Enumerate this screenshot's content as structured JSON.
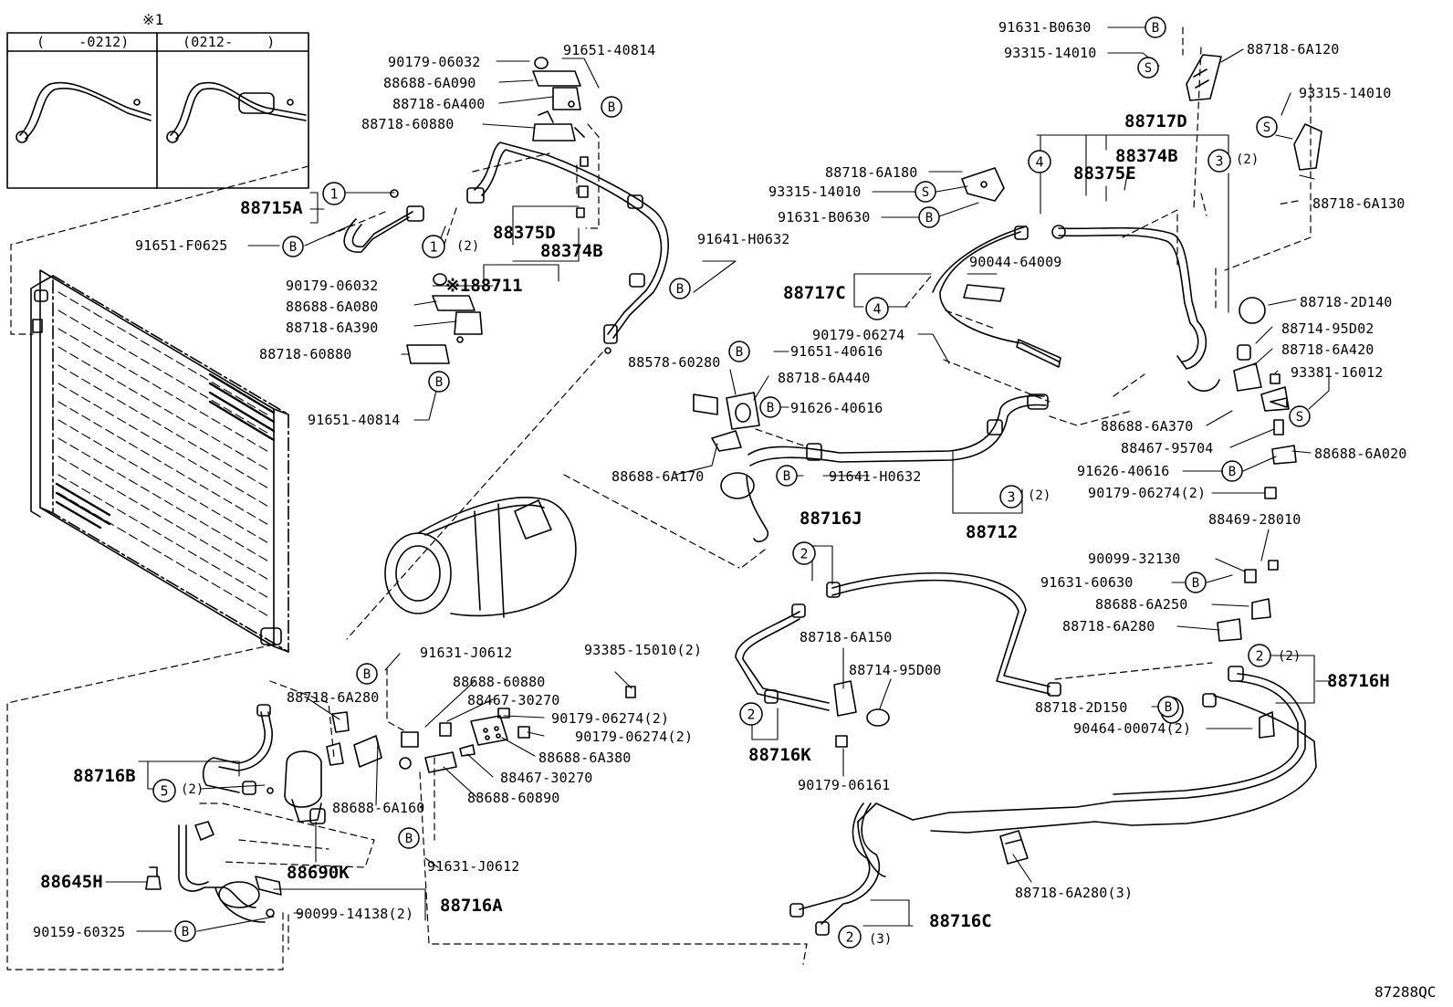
{
  "figure_id": "87288QC",
  "inset": {
    "mark": "※1",
    "left_header": "(    -0212)",
    "right_header": "(0212-    )"
  },
  "symbols": {
    "b": "B",
    "s": "S"
  },
  "labels": [
    {
      "id": "90179-06032-a",
      "text": "90179-06032"
    },
    {
      "id": "91651-40814-a",
      "text": "91651-40814"
    },
    {
      "id": "88688-6A090",
      "text": "88688-6A090"
    },
    {
      "id": "88718-6A400",
      "text": "88718-6A400"
    },
    {
      "id": "88718-60880-a",
      "text": "88718-60880"
    },
    {
      "id": "88715A",
      "text": "88715A"
    },
    {
      "id": "91651-F0625",
      "text": "91651-F0625"
    },
    {
      "id": "88375D",
      "text": "88375D"
    },
    {
      "id": "88374B-a",
      "text": "88374B"
    },
    {
      "id": "90179-06032-b",
      "text": "90179-06032"
    },
    {
      "id": "88711",
      "text": "※188711"
    },
    {
      "id": "88688-6A080",
      "text": "88688-6A080"
    },
    {
      "id": "88718-6A390",
      "text": "88718-6A390"
    },
    {
      "id": "88718-60880-b",
      "text": "88718-60880"
    },
    {
      "id": "91651-40814-b",
      "text": "91651-40814"
    },
    {
      "id": "91641-H0632-a",
      "text": "91641-H0632"
    },
    {
      "id": "91631-B0630-a",
      "text": "91631-B0630"
    },
    {
      "id": "93315-14010-a",
      "text": "93315-14010"
    },
    {
      "id": "88718-6A120",
      "text": "88718-6A120"
    },
    {
      "id": "93315-14010-b",
      "text": "93315-14010"
    },
    {
      "id": "88717D",
      "text": "88717D"
    },
    {
      "id": "88374B-b",
      "text": "88374B"
    },
    {
      "id": "88375E",
      "text": "88375E"
    },
    {
      "id": "88718-6A180",
      "text": "88718-6A180"
    },
    {
      "id": "93315-14010-c",
      "text": "93315-14010"
    },
    {
      "id": "91631-B0630-b",
      "text": "91631-B0630"
    },
    {
      "id": "88718-6A130",
      "text": "88718-6A130"
    },
    {
      "id": "90044-64009",
      "text": "90044-64009"
    },
    {
      "id": "88717C",
      "text": "88717C"
    },
    {
      "id": "88718-2D140",
      "text": "88718-2D140"
    },
    {
      "id": "90179-06274-a",
      "text": "90179-06274"
    },
    {
      "id": "88714-95D02",
      "text": "88714-95D02"
    },
    {
      "id": "88578-60280",
      "text": "88578-60280"
    },
    {
      "id": "91651-40616",
      "text": "91651-40616"
    },
    {
      "id": "88718-6A420",
      "text": "88718-6A420"
    },
    {
      "id": "88718-6A440",
      "text": "88718-6A440"
    },
    {
      "id": "93381-16012",
      "text": "93381-16012"
    },
    {
      "id": "91626-40616-a",
      "text": "91626-40616"
    },
    {
      "id": "88688-6A370",
      "text": "88688-6A370"
    },
    {
      "id": "88467-95704",
      "text": "88467-95704"
    },
    {
      "id": "88688-6A020",
      "text": "88688-6A020"
    },
    {
      "id": "88688-6A170",
      "text": "88688-6A170"
    },
    {
      "id": "91641-H0632-b",
      "text": "91641-H0632"
    },
    {
      "id": "91626-40616-b",
      "text": "91626-40616"
    },
    {
      "id": "90179-06274-2",
      "text": "90179-06274(2)"
    },
    {
      "id": "88712",
      "text": "88712"
    },
    {
      "id": "88716J",
      "text": "88716J"
    },
    {
      "id": "88469-28010",
      "text": "88469-28010"
    },
    {
      "id": "90099-32130",
      "text": "90099-32130"
    },
    {
      "id": "91631-60630",
      "text": "91631-60630"
    },
    {
      "id": "88688-6A250",
      "text": "88688-6A250"
    },
    {
      "id": "88718-6A280-a",
      "text": "88718-6A280"
    },
    {
      "id": "88718-6A150",
      "text": "88718-6A150"
    },
    {
      "id": "88714-95D00",
      "text": "88714-95D00"
    },
    {
      "id": "88716H",
      "text": "88716H"
    },
    {
      "id": "88718-2D150",
      "text": "88718-2D150"
    },
    {
      "id": "90464-00074",
      "text": "90464-00074(2)"
    },
    {
      "id": "88716K",
      "text": "88716K"
    },
    {
      "id": "90179-06161",
      "text": "90179-06161"
    },
    {
      "id": "91631-J0612-a",
      "text": "91631-J0612"
    },
    {
      "id": "93385-15010",
      "text": "93385-15010(2)"
    },
    {
      "id": "88718-6A280-b",
      "text": "88718-6A280"
    },
    {
      "id": "88688-60880",
      "text": "88688-60880"
    },
    {
      "id": "88467-30270-a",
      "text": "88467-30270"
    },
    {
      "id": "90179-06274-2b",
      "text": "90179-06274(2)"
    },
    {
      "id": "90179-06274-2c",
      "text": "90179-06274(2)"
    },
    {
      "id": "88688-6A380",
      "text": "88688-6A380"
    },
    {
      "id": "88467-30270-b",
      "text": "88467-30270"
    },
    {
      "id": "88688-60890",
      "text": "88688-60890"
    },
    {
      "id": "88716B",
      "text": "88716B"
    },
    {
      "id": "88688-6A160",
      "text": "88688-6A160"
    },
    {
      "id": "88690K",
      "text": "88690K"
    },
    {
      "id": "91631-J0612-b",
      "text": "91631-J0612"
    },
    {
      "id": "88645H",
      "text": "88645H"
    },
    {
      "id": "88716A",
      "text": "88716A"
    },
    {
      "id": "90099-14138",
      "text": "90099-14138(2)"
    },
    {
      "id": "90159-60325",
      "text": "90159-60325"
    },
    {
      "id": "88718-6A280-3",
      "text": "88718-6A280(3)"
    },
    {
      "id": "88716C",
      "text": "88716C"
    }
  ],
  "callouts": [
    {
      "num": "1",
      "qty": ""
    },
    {
      "num": "1",
      "qty": "(2)"
    },
    {
      "num": "4",
      "qty": ""
    },
    {
      "num": "3",
      "qty": "(2)"
    },
    {
      "num": "4",
      "qty": ""
    },
    {
      "num": "3",
      "qty": "(2)"
    },
    {
      "num": "2",
      "qty": ""
    },
    {
      "num": "2",
      "qty": ""
    },
    {
      "num": "2",
      "qty": "(2)"
    },
    {
      "num": "5",
      "qty": "(2)"
    },
    {
      "num": "2",
      "qty": "(3)"
    }
  ]
}
